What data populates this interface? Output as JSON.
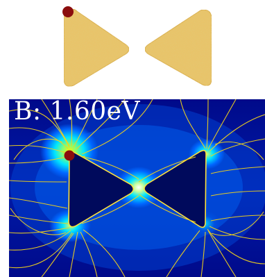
{
  "figure": {
    "panel_label": "B: 1.60eV",
    "colors": {
      "particle_fill": "#e8c46a",
      "particle_speckle": "#c8932c",
      "dot": "#8b0d0d",
      "field_low": "#00007a",
      "field_mid": "#0066ff",
      "field_high": "#00e5ff",
      "field_hot": "#fff200",
      "streamline": "#f2d21c"
    },
    "icons": {
      "top_left_particle": "gold-triangle-left",
      "top_right_particle": "gold-triangle-right",
      "marker": "red-dot-marker"
    }
  }
}
